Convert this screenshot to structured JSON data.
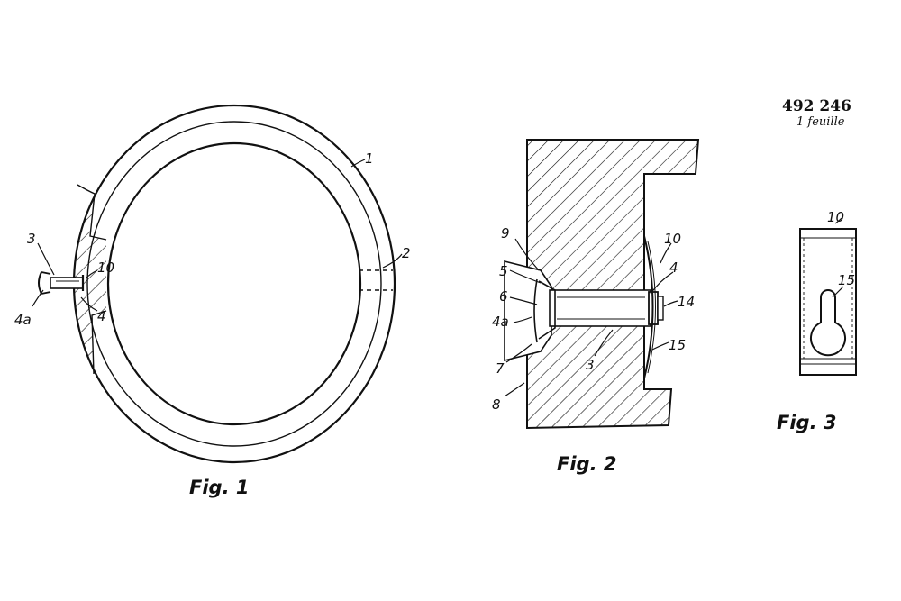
{
  "header": {
    "patent_number": "492 246",
    "sheet_note": "1 feuille"
  },
  "figures": [
    {
      "caption": "Fig. 1",
      "labels": [
        "1",
        "2",
        "3",
        "10",
        "4a",
        "4"
      ]
    },
    {
      "caption": "Fig. 2",
      "labels": [
        "9",
        "10",
        "5",
        "4",
        "6",
        "14",
        "4a",
        "7",
        "3",
        "15",
        "8"
      ]
    },
    {
      "caption": "Fig. 3",
      "labels": [
        "10",
        "15"
      ]
    }
  ],
  "colors": {
    "ink": "#111111",
    "paper": "#ffffff"
  }
}
